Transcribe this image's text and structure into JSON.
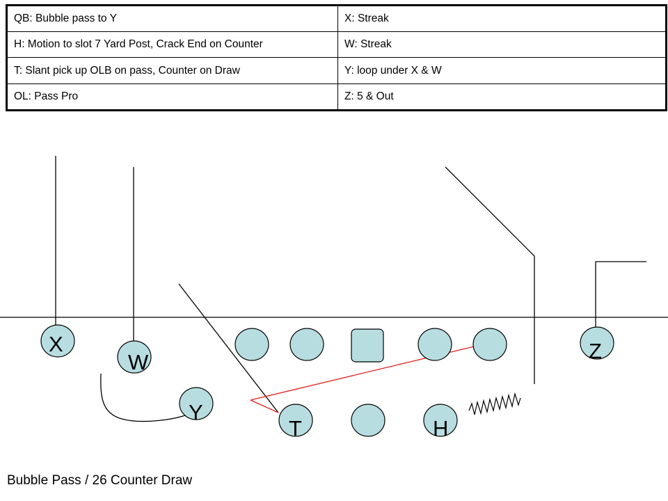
{
  "assignments": [
    [
      "QB: Bubble pass to Y",
      "X: Streak"
    ],
    [
      "H: Motion to slot  7 Yard Post, Crack End on Counter",
      "W: Streak"
    ],
    [
      "T: Slant pick up OLB on pass, Counter on Draw",
      "Y:  loop under X & W"
    ],
    [
      "OL: Pass Pro",
      "Z:  5 & Out"
    ]
  ],
  "players": {
    "x": "X",
    "w": "W",
    "y": "Y",
    "t": "T",
    "h": "H",
    "z": "Z"
  },
  "colors": {
    "player_fill": "#b7dde0",
    "route": "#000000",
    "pass_route": "#e0201c"
  },
  "caption": "Bubble Pass / 26 Counter Draw"
}
